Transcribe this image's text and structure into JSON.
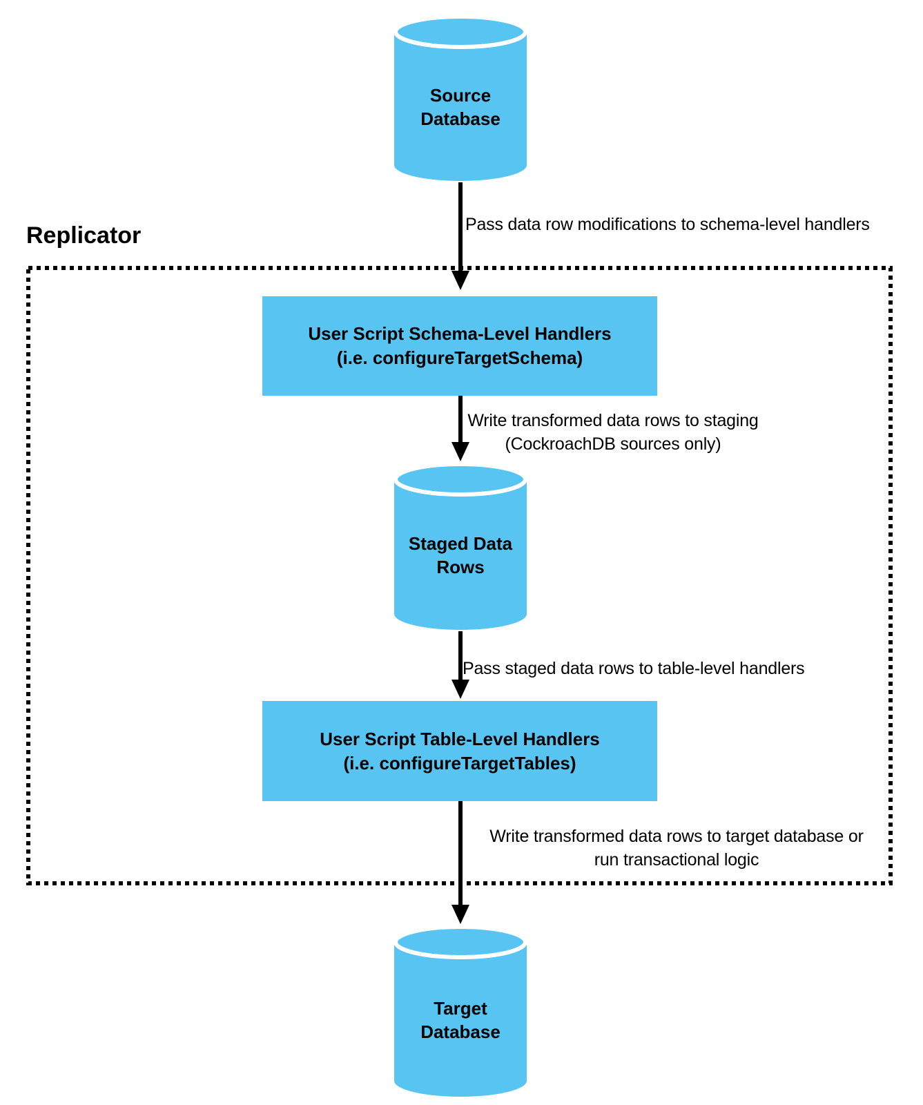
{
  "diagram": {
    "container_label": "Replicator",
    "colors": {
      "node_fill": "#57C4F1",
      "line": "#000000",
      "text": "#000000",
      "background": "#ffffff"
    },
    "nodes": {
      "source_db": {
        "shape": "database-cylinder",
        "lines": [
          "Source",
          "Database"
        ]
      },
      "schema_handlers": {
        "shape": "process-rectangle",
        "lines": [
          "User Script Schema-Level Handlers",
          "(i.e. configureTargetSchema)"
        ]
      },
      "staged_rows": {
        "shape": "database-cylinder",
        "lines": [
          "Staged Data",
          "Rows"
        ]
      },
      "table_handlers": {
        "shape": "process-rectangle",
        "lines": [
          "User Script Table-Level Handlers",
          "(i.e. configureTargetTables)"
        ]
      },
      "target_db": {
        "shape": "database-cylinder",
        "lines": [
          "Target",
          "Database"
        ]
      }
    },
    "edges": {
      "source_to_schema": {
        "lines": [
          "Pass data row modifications to schema-level handlers"
        ]
      },
      "schema_to_staged": {
        "lines": [
          "Write transformed data rows to staging",
          "(CockroachDB sources only)"
        ]
      },
      "staged_to_table": {
        "lines": [
          "Pass staged data rows to table-level handlers"
        ]
      },
      "table_to_target": {
        "lines": [
          "Write transformed data rows to target database or",
          "run transactional logic"
        ]
      }
    }
  }
}
